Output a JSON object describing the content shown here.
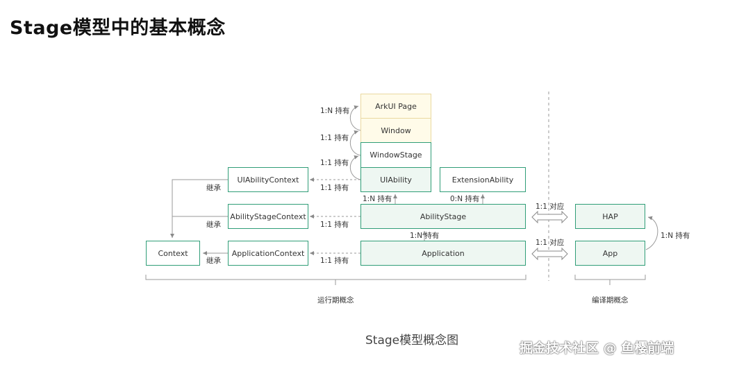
{
  "title": "Stage模型中的基本概念",
  "diagram": {
    "boxes": {
      "arkui_page": "ArkUI Page",
      "window": "Window",
      "window_stage": "WindowStage",
      "uiability": "UIAbility",
      "extension_ability": "ExtensionAbility",
      "ability_stage": "AbilityStage",
      "application": "Application",
      "uiability_context": "UIAbilityContext",
      "ability_stage_context": "AbilityStageContext",
      "application_context": "ApplicationContext",
      "context": "Context",
      "hap": "HAP",
      "app": "App"
    },
    "relations": {
      "page_hold": "1:N 持有",
      "window_hold": "1:1 持有",
      "windowstage_hold": "1:1 持有",
      "uiability_ctx_hold": "1:1 持有",
      "uiability_from_stage": "1:N 持有",
      "extension_from_stage": "0:N 持有",
      "stage_ctx_hold": "1:1 持有",
      "app_to_stage": "1:N 持有",
      "app_ctx_hold": "1:1 持有",
      "inherit_1": "继承",
      "inherit_2": "继承",
      "inherit_3": "继承",
      "map_hap": "1:1 对应",
      "map_app": "1:1 对应",
      "app_hap": "1:N 持有"
    },
    "sections": {
      "runtime": "运行期概念",
      "compile": "编译期概念"
    },
    "caption": "Stage模型概念图"
  },
  "watermark": "掘金技术社区 @ 鱼樱前端",
  "colors": {
    "box_border": "#2f9d77",
    "box_light_fill": "#eef7f2",
    "yellow_border": "#ead8a0",
    "yellow_fill": "#fffbe9",
    "line": "#8a8a8a"
  }
}
